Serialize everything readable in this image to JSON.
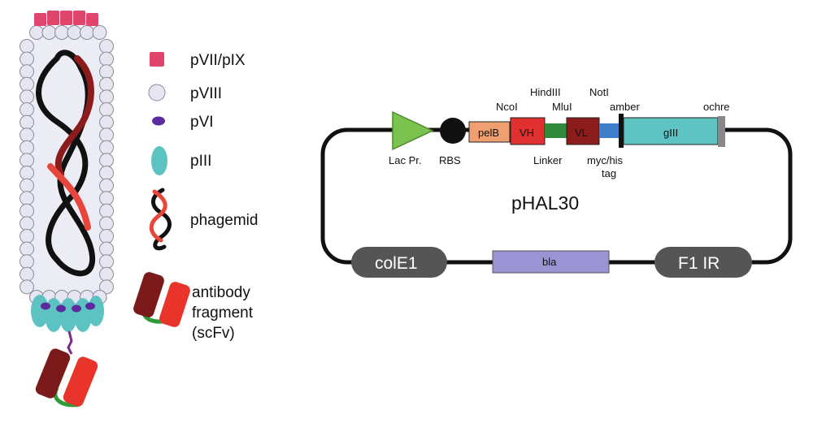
{
  "legend": {
    "items": [
      {
        "label": "pVII/pIX"
      },
      {
        "label": "pVIII"
      },
      {
        "label": "pVI"
      },
      {
        "label": "pIII"
      },
      {
        "label": "phagemid"
      },
      {
        "label_lines": [
          "antibody",
          "fragment",
          "(scFv)"
        ]
      }
    ]
  },
  "plasmid": {
    "name": "pHAL30",
    "promoter_label": "Lac Pr.",
    "rbs_label": "RBS",
    "elements": {
      "pelB": "pelB",
      "VH": "VH",
      "VL": "VL",
      "gIII": "gIII",
      "linker": "Linker",
      "myc_his_lines": [
        "myc/his",
        "tag"
      ]
    },
    "sites": {
      "NcoI": "NcoI",
      "HindIII": "HindIII",
      "MluI": "MluI",
      "NotI": "NotI",
      "amber": "amber",
      "ochre": "ochre"
    },
    "backbone": {
      "colE1": "colE1",
      "bla": "bla",
      "F1IR": "F1 IR"
    }
  },
  "colors": {
    "pVII_pIX": "#e0456b",
    "pVIII": "#e6e6f2",
    "pVI": "#5b2a9e",
    "pIII": "#5cc2c2",
    "phagemid_dark": "#111111",
    "phagemid_red": "#e8463c",
    "phagemid_maroon": "#8c1c1c",
    "scfv_dark": "#7a1a1a",
    "scfv_red": "#e8342a",
    "scfv_linker": "#2e9a3a",
    "lac_promoter": "#7cc24e",
    "pelB": "#f0a070",
    "VH": "#e03030",
    "linker": "#2e8b3a",
    "VL": "#8c1c1c",
    "myc_his": "#3c7ec8",
    "gIII": "#5ec3c3",
    "bla": "#9b94d4",
    "backbone_box": "#555555"
  }
}
